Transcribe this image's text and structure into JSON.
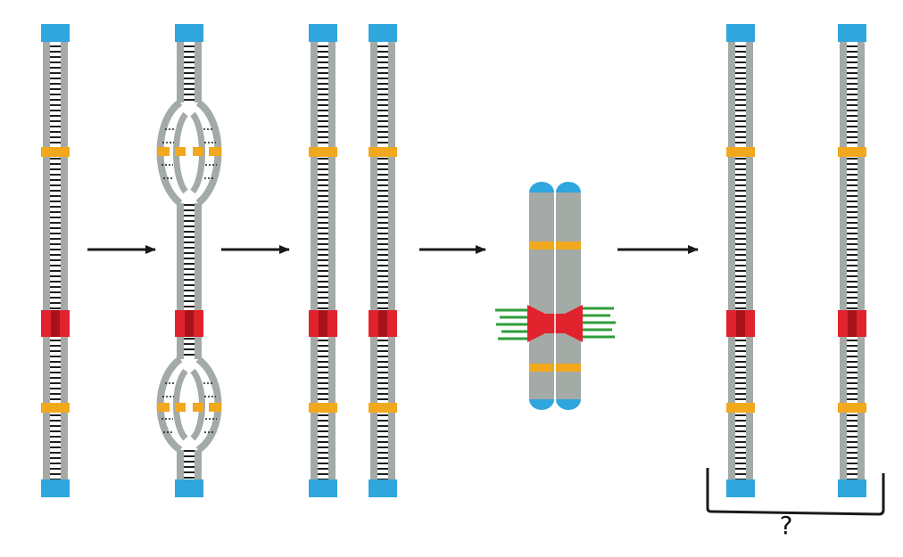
{
  "diagram": {
    "question_label": "?",
    "stages": [
      {
        "name": "dna-single-strand",
        "kind": "dna"
      },
      {
        "name": "dna-replicating",
        "kind": "replicating-dna"
      },
      {
        "name": "dna-sister-pair",
        "kind": "dna-pair"
      },
      {
        "name": "condensed-chromosome-with-spindle-fibers",
        "kind": "chromosome"
      },
      {
        "name": "separated-chromatids",
        "kind": "dna-pair"
      }
    ],
    "colors": {
      "strand": "#a4aaa6",
      "rungs": "#1e1e1e",
      "telomere": "#2fa6dd",
      "gene_band": "#f2a81d",
      "centromere": "#e0232c",
      "spindle_fiber": "#2f9e3a",
      "arrow": "#1a1a1a",
      "bracket": "#1a1a1a"
    }
  }
}
